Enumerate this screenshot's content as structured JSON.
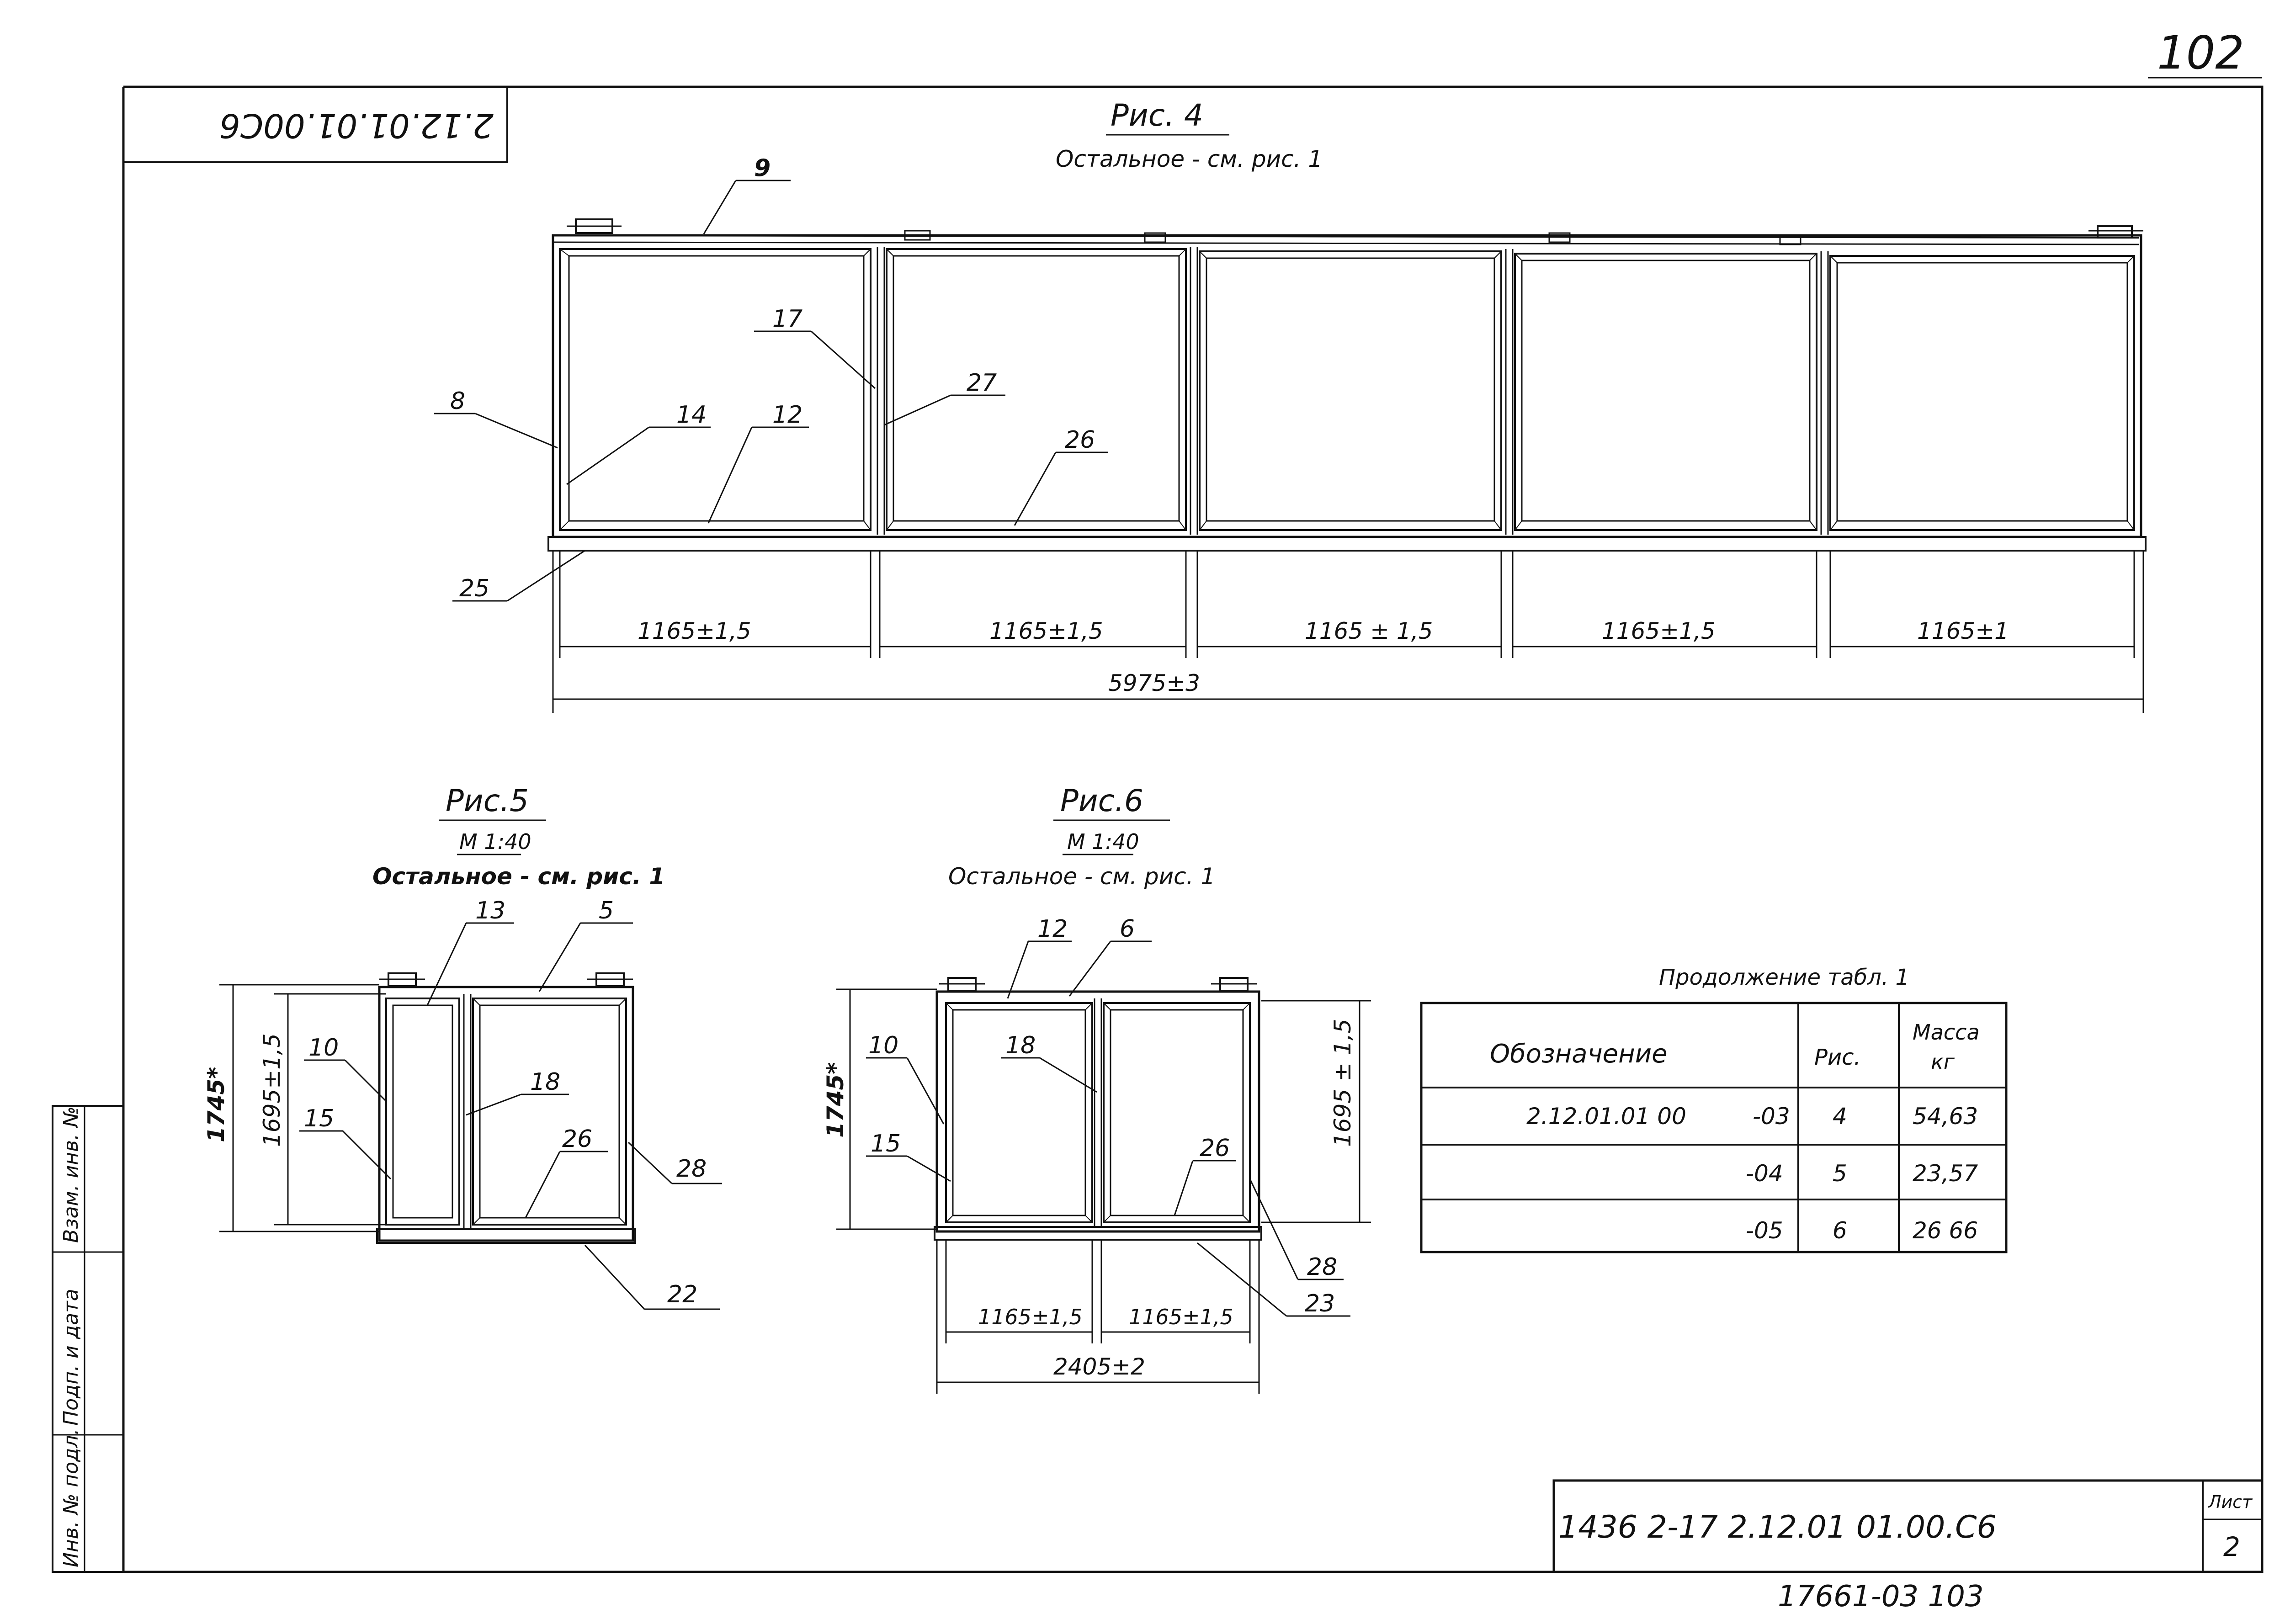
{
  "sheet": {
    "page_number": "102",
    "code_rotated": "2.12.01.01.00C6",
    "bottom_number": "17661-03 103"
  },
  "figure4": {
    "title": "Рис. 4",
    "subtitle": "Остальное - см. рис. 1",
    "callouts": [
      "9",
      "8",
      "14",
      "12",
      "17",
      "27",
      "26",
      "25"
    ],
    "dims": [
      "1165±1,5",
      "1165±1,5",
      "1165 ± 1,5",
      "1165±1,5",
      "1165±1"
    ],
    "overall": "5975±3"
  },
  "figure5": {
    "title": "Рис.5",
    "scale": "М 1:40",
    "subtitle": "Остальное - см. рис. 1",
    "callouts": [
      "13",
      "5",
      "10",
      "15",
      "18",
      "26",
      "28",
      "22"
    ],
    "dim_outer": "1745*",
    "dim_inner": "1695±1,5"
  },
  "figure6": {
    "title": "Рис.6",
    "scale": "М 1:40",
    "subtitle": "Остальное - см. рис. 1",
    "callouts": [
      "12",
      "6",
      "10",
      "18",
      "15",
      "26",
      "28",
      "23"
    ],
    "dim_outer": "1745*",
    "dim_inner": "1695 ± 1,5",
    "dims_width": [
      "1165±1,5",
      "1165±1,5"
    ],
    "overall": "2405±2"
  },
  "table": {
    "caption": "Продолжение табл. 1",
    "headers": {
      "designation": "Обозначение",
      "fig": "Рис.",
      "mass_line1": "Масса",
      "mass_line2": "кг"
    },
    "rows": [
      {
        "designation": "2.12.01.01 00",
        "suffix": "-03",
        "fig": "4",
        "mass": "54,63"
      },
      {
        "designation": "",
        "suffix": "-04",
        "fig": "5",
        "mass": "23,57"
      },
      {
        "designation": "",
        "suffix": "-05",
        "fig": "6",
        "mass": "26 66"
      }
    ]
  },
  "title_block": {
    "document": "1436 2-17 2.12.01 01.00.С6",
    "sheet_label": "Лист",
    "sheet_number": "2"
  },
  "side_stamp": {
    "labels": [
      "Инв. № подл.",
      "Подп. и дата",
      "Взам. инв. №"
    ]
  }
}
